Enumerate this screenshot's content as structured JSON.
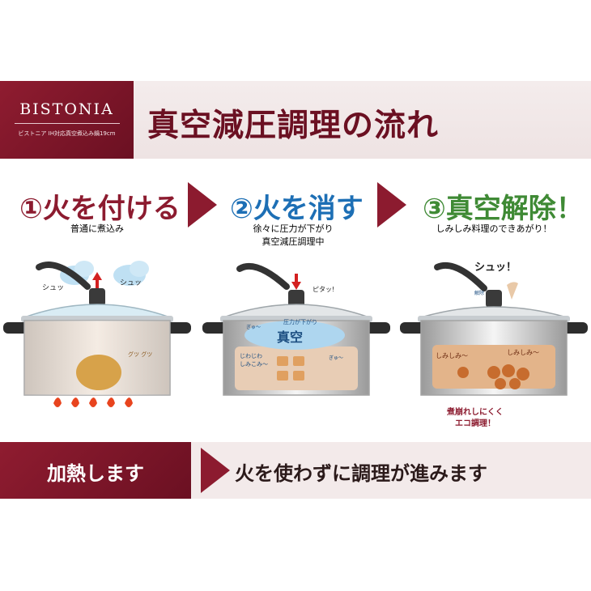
{
  "brand": {
    "name": "BISTONIA",
    "subtitle": "ビストニア IH対応真空煮込み鍋19cm"
  },
  "page_title": "真空減圧調理の流れ",
  "steps": [
    {
      "title": "①火を付ける",
      "desc": [
        "普通に煮込み"
      ],
      "color": "#8c1b2f",
      "labels": [
        "シュッ",
        "シュッ",
        "グツ グツ"
      ]
    },
    {
      "title": "②火を消す",
      "desc": [
        "徐々に圧力が下がり",
        "真空減圧調理中"
      ],
      "color": "#1d6fb5",
      "labels": [
        "圧力が下がり",
        "真空",
        "じわじわ",
        "しみこみ〜",
        "ピタッ!",
        "ぎゅ〜",
        "ぎゅ〜"
      ]
    },
    {
      "title": "③真空解除！",
      "desc": [
        "しみしみ料理のできあがり！"
      ],
      "color": "#3f8a35",
      "labels": [
        "シュッ！",
        "しみしみ〜",
        "しみしみ〜",
        "解除"
      ],
      "callout": [
        "煮崩れしにくく",
        "エコ調理！"
      ]
    }
  ],
  "bottom": {
    "left_label": "加熱します",
    "right_label": "火を使わずに調理が進みます"
  },
  "colors": {
    "brand": "#8c1b2f",
    "step2": "#1d6fb5",
    "step3": "#3f8a35"
  }
}
